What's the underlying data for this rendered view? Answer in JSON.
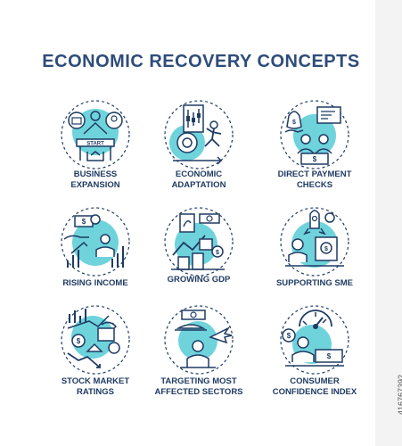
{
  "title": "ECONOMIC RECOVERY CONCEPTS",
  "colors": {
    "accent": "#6fd3dc",
    "stroke": "#1f3b63"
  },
  "items": [
    {
      "label_1": "BUSINESS",
      "label_2": "EXPANSION",
      "icon": "business-expansion-icon",
      "badge": "START"
    },
    {
      "label_1": "ECONOMIC",
      "label_2": "ADAPTATION",
      "icon": "economic-adaptation-icon"
    },
    {
      "label_1": "DIRECT PAYMENT",
      "label_2": "CHECKS",
      "icon": "direct-payment-checks-icon"
    },
    {
      "label_1": "RISING INCOME",
      "label_2": "",
      "icon": "rising-income-icon"
    },
    {
      "label_1": "GROWING GDP",
      "label_2": "",
      "icon": "growing-gdp-icon"
    },
    {
      "label_1": "SUPPORTING SME",
      "label_2": "",
      "icon": "supporting-sme-icon"
    },
    {
      "label_1": "STOCK MARKET",
      "label_2": "RATINGS",
      "icon": "stock-market-ratings-icon"
    },
    {
      "label_1": "TARGETING MOST",
      "label_2": "AFFECTED SECTORS",
      "icon": "targeting-sectors-icon"
    },
    {
      "label_1": "CONSUMER",
      "label_2": "CONFIDENCE INDEX",
      "icon": "consumer-confidence-icon"
    }
  ],
  "stock_id": "416767392"
}
